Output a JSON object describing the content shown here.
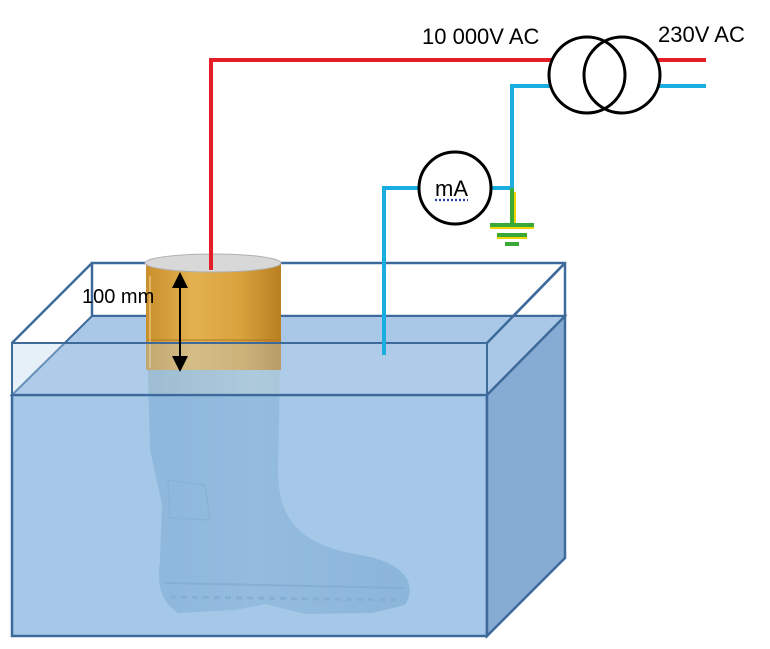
{
  "labels": {
    "high_voltage": "10 000V AC",
    "supply_voltage": "230V AC",
    "meter_unit": "mA",
    "immersion_depth": "100 mm"
  },
  "colors": {
    "live_wire": "#e41e26",
    "measure_wire": "#1aaee0",
    "earth_green": "#3aa935",
    "earth_yellow": "#f2d500",
    "water_fill": "#8cb8e2",
    "water_edge": "#3e6a9b",
    "boot_yellow": "#d9a23d",
    "boot_submerged": "#9ab8c8"
  },
  "icons": {
    "transformer": "transformer-symbol-icon",
    "ammeter": "ammeter-icon",
    "earth": "earth-ground-icon"
  }
}
